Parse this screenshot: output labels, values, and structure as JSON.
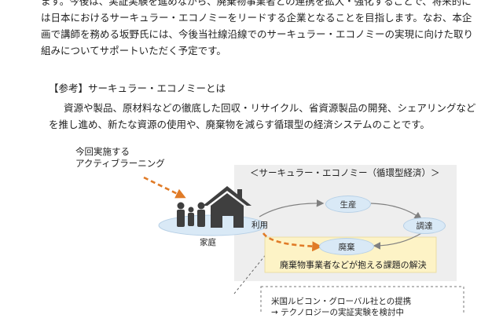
{
  "intro_lines": [
    "ます。今後は、実証実験を進めながら、廃棄物事業者との連携を拡大・強化することで、将来的に",
    "は日本におけるサーキュラー・エコノミーをリードする企業となることを目指します。なお、本企",
    "画で講師を務める坂野氏には、今後当社線沿線でのサーキュラー・エコノミーの実現に向けた取り",
    "組みについてサポートいただく予定です。"
  ],
  "reference": {
    "heading": "【参考】サーキュラー・エコノミーとは",
    "body_lines": [
      "資源や製品、原材料などの徹底した回収・リサイクル、省資源製品の開発、シェアリングなど",
      "を推し進め、新たな資源の使用や、廃棄物を減らす循環型の経済システムのことです。"
    ]
  },
  "diagram": {
    "active_learning_label": [
      "今回実施する",
      "アクティブラーニング"
    ],
    "circular_title": "＜サーキュラー・エコノミー（循環型経済）＞",
    "household_label": "家庭",
    "nodes": {
      "production": "生産",
      "procurement": "調達",
      "usage": "利用",
      "disposal": "廃棄"
    },
    "issue_box_label": "廃棄物事業者などが抱える課題の解決",
    "note_lines": [
      "米国ルビコン・グローバル社との提携",
      "→ テクノロジーの実証実験を検討中"
    ],
    "colors": {
      "panel": "#eeeeee",
      "issue_box": "#fdf3c6",
      "node_fill": "#d9e9f6",
      "arrow_orange": "#e07b27",
      "icon_dark": "#3f3f3f"
    }
  }
}
